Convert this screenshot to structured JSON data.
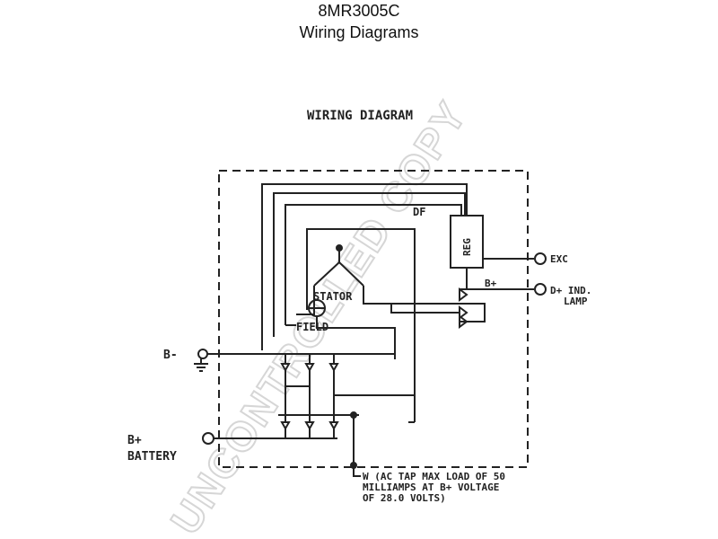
{
  "header": {
    "model": "8MR3005C",
    "subtitle": "Wiring Diagrams"
  },
  "diagram": {
    "heading": "WIRING DIAGRAM",
    "watermark": "UNCONTROLLED COPY",
    "labels": {
      "df": "DF",
      "reg": "REG",
      "stator": "STATOR",
      "field": "FIELD",
      "b_plus_internal": "B+",
      "exc": "EXC",
      "d_plus_line1": "D+ IND.",
      "d_plus_line2": "LAMP",
      "b_minus": "B-",
      "b_plus_battery_line1": "B+",
      "b_plus_battery_line2": "BATTERY",
      "w_note_line1": "W (AC TAP MAX LOAD OF 50",
      "w_note_line2": "MILLIAMPS AT B+ VOLTAGE",
      "w_note_line3": "OF 28.0 VOLTS)"
    }
  }
}
